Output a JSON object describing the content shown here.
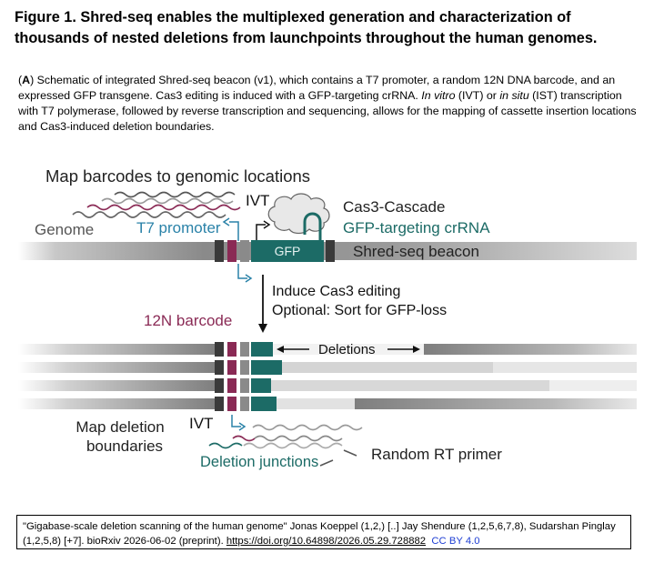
{
  "figure_title": "Figure 1. Shred-seq enables the multiplexed generation and characterization of thousands of nested deletions from launchpoints throughout the human genomes.",
  "caption": {
    "panel_letter": "A",
    "seg1": ") Schematic of integrated Shred-seq beacon (v1), which contains a T7 promoter, a random 12N DNA barcode, and an expressed GFP transgene. Cas3 editing is induced with a GFP-targeting crRNA. ",
    "in_vitro": "In vitro",
    "seg2": " (IVT) or ",
    "in_situ": "in situ",
    "seg3": " (IST) transcription with T7 polymerase, followed by reverse transcription and sequencing, allows for the mapping of cassette insertion locations and Cas3-induced deletion boundaries."
  },
  "diagram": {
    "map_barcodes": "Map barcodes to genomic locations",
    "genome": "Genome",
    "t7_promoter": "T7 promoter",
    "ivt_top": "IVT",
    "cas3_cascade": "Cas3-Cascade",
    "gfp_crrna": "GFP-targeting crRNA",
    "gfp": "GFP",
    "beacon": "Shred-seq beacon",
    "induce": "Induce Cas3 editing",
    "optional": "Optional: Sort for GFP-loss",
    "barcode_12n": "12N barcode",
    "deletions": "Deletions",
    "map_deletion_1": "Map deletion",
    "map_deletion_2": "boundaries",
    "ivt_bottom": "IVT",
    "deletion_junctions": "Deletion junctions",
    "random_rt": "Random RT primer"
  },
  "citation": {
    "text": "\"Gigabase-scale deletion scanning of the human genome\" Jonas Koeppel (1,2,) [..] Jay Shendure (1,2,5,6,7,8), Sudarshan Pinglay (1,2,5,8) [+7]. bioRxiv 2026-06-02 (preprint). ",
    "doi": "https://doi.org/10.64898/2026.05.29.728882",
    "license": "CC BY 4.0"
  },
  "colors": {
    "teal": "#1c6b66",
    "maroon": "#8a2a55",
    "t7_blue": "#2a82a8",
    "dark_gray": "#3a3a3a",
    "mid_gray": "#7a7a7a"
  }
}
